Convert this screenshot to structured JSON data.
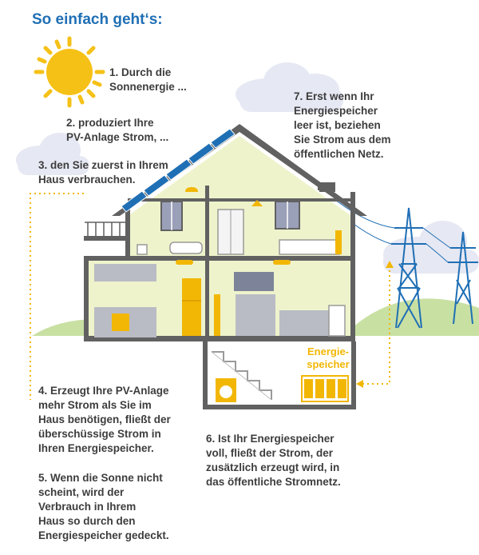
{
  "title": "So einfach geht‘s:",
  "colors": {
    "title_blue": "#1f6fb5",
    "accent_yellow": "#f2b705",
    "house_green": "#eef3cc",
    "wall_gray": "#616161",
    "cloud": "#e6e8f3",
    "hill_green": "#c9e0a3"
  },
  "icons": [
    "sun-icon",
    "cloud-icon",
    "solar-panel-icon",
    "power-pylon-icon",
    "energy-storage-icon",
    "washing-machine-icon",
    "lamp-icon",
    "bed-icon",
    "fridge-icon",
    "tv-icon"
  ],
  "steps": {
    "s1": "1. Durch die\nSonnenergie ...",
    "s2": "2. produziert Ihre\nPV-Anlage Strom, ...",
    "s3": "3. den Sie zuerst in Ihrem\nHaus verbrauchen.",
    "s4": "4. Erzeugt Ihre PV-Anlage\nmehr Strom als Sie im\nHaus benötigen, fließt der\nüberschüssige Strom in\nIhren Energiespeicher.",
    "s5": "5. Wenn die Sonne nicht\nscheint, wird der\nVerbrauch in Ihrem\nHaus so durch den\nEnergiespeicher gedeckt.",
    "s6": "6. Ist Ihr Energiespeicher\nvoll, fließt der Strom, der\nzusätzlich erzeugt wird, in\ndas öffentliche Stromnetz.",
    "s7": "7. Erst wenn Ihr\nEnergiespeicher\nleer ist, beziehen\nSie Strom aus dem\nöffentlichen Netz."
  },
  "storage_label": "Energie-\nspeicher"
}
